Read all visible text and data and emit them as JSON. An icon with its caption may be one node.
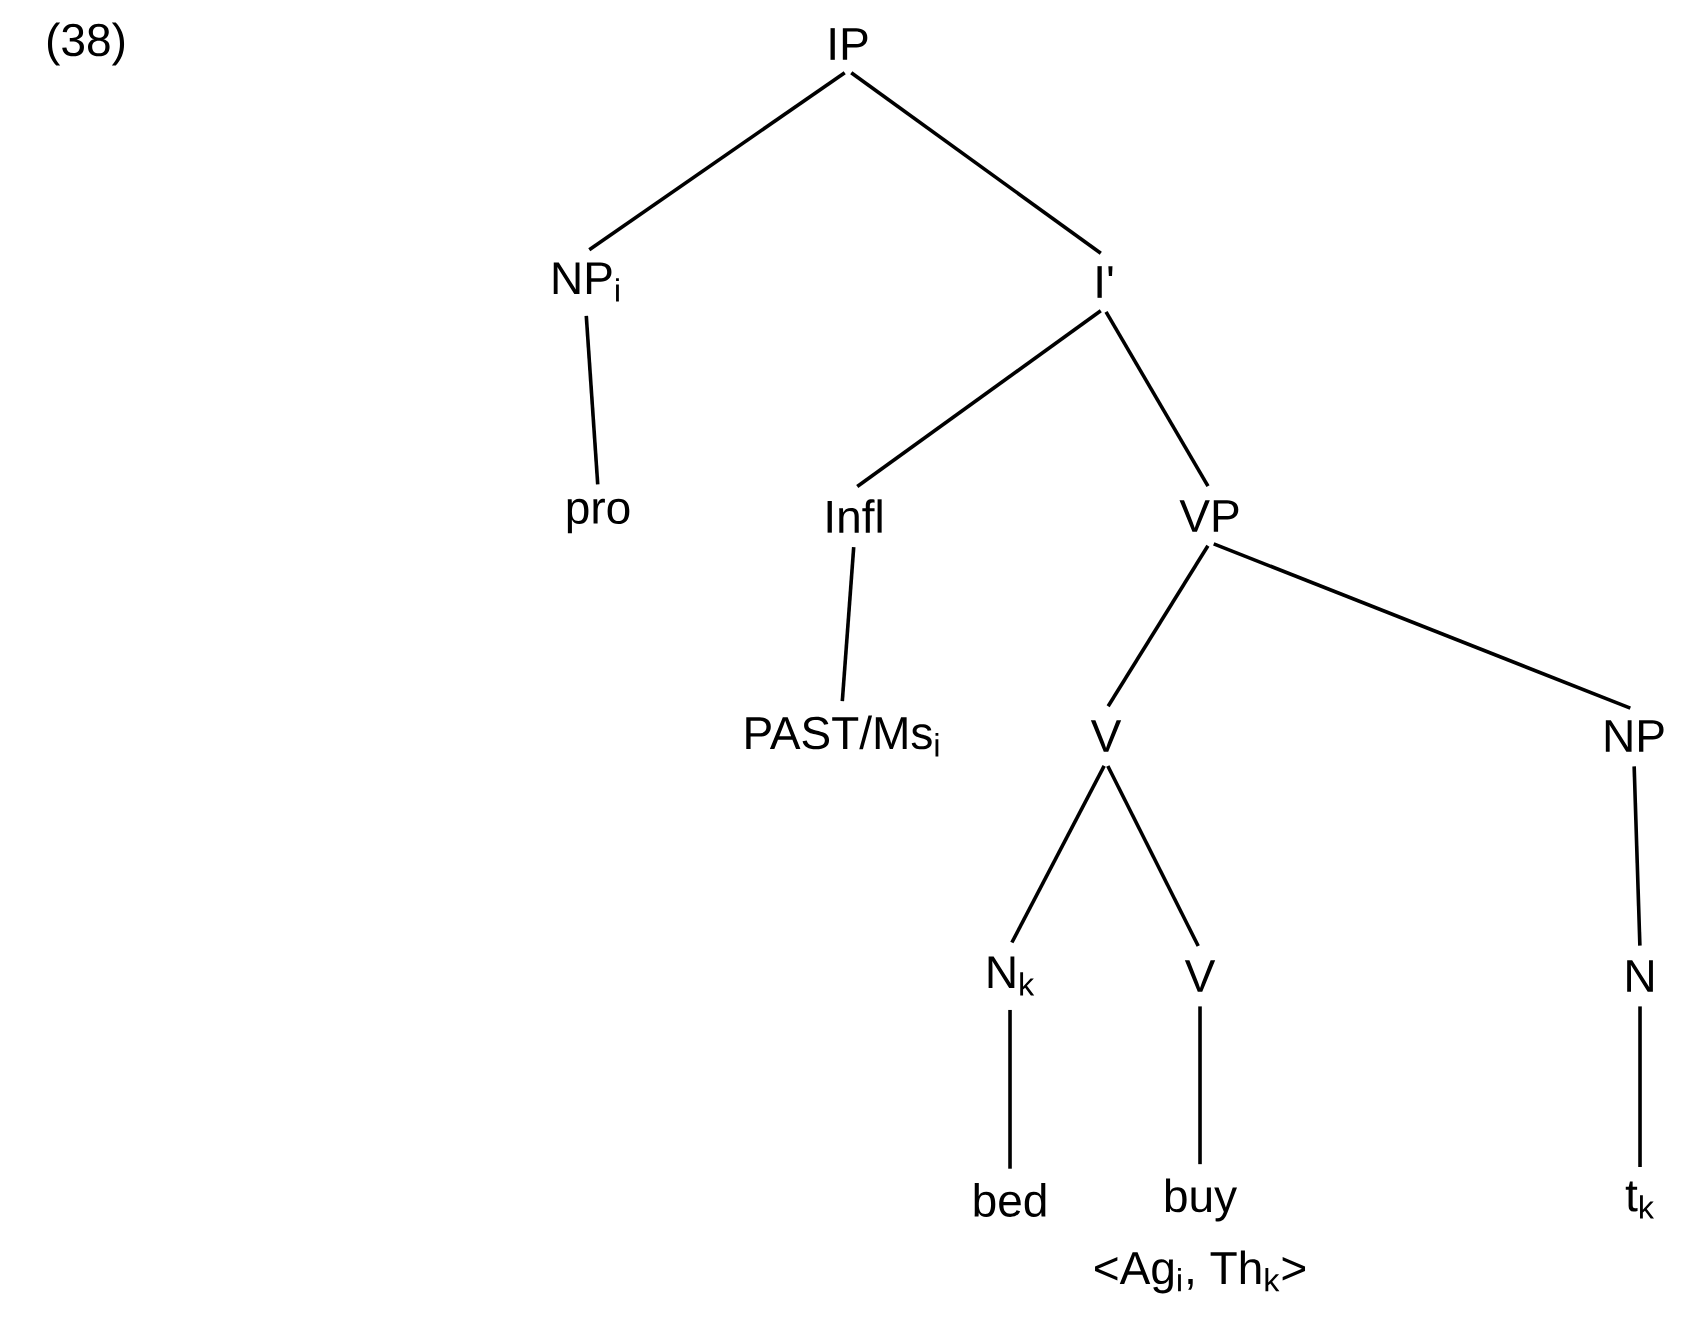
{
  "diagram": {
    "nodes": [
      {
        "text": [
          "IP"
        ]
      },
      {
        "text": [
          "NP$_{i}$"
        ]
      },
      {
        "text": [
          "I'"
        ]
      },
      {
        "text": [
          "pro"
        ]
      },
      {
        "text": [
          "Infl"
        ]
      },
      {
        "text": [
          "VP"
        ]
      },
      {
        "text": [
          "PAST/Ms$_{i}$"
        ]
      },
      {
        "text": [
          "V"
        ]
      },
      {
        "text": [
          "NP"
        ]
      },
      {
        "text": [
          "N$_{k}$"
        ]
      },
      {
        "text": [
          "V"
        ]
      },
      {
        "text": [
          "N"
        ]
      },
      {
        "text": [
          "bed"
        ]
      },
      {
        "text": [
          "buy"
        ],
        "beside": [
          "<Ag$_{i}$, Th$_{k}$>"
        ]
      },
      {
        "text": [
          "t$_{k}$"
        ]
      }
    ],
    "edges": [
      {
        "from": 0,
        "to": 1,
        "arrow": "none"
      },
      {
        "from": 0,
        "to": 2,
        "arrow": "none"
      },
      {
        "from": 1,
        "to": 3,
        "arrow": "none"
      },
      {
        "from": 2,
        "to": 4,
        "arrow": "none"
      },
      {
        "from": 2,
        "to": 5,
        "arrow": "none"
      },
      {
        "from": 4,
        "to": 6,
        "arrow": "none"
      },
      {
        "from": 5,
        "to": 7,
        "arrow": "none"
      },
      {
        "from": 5,
        "to": 8,
        "arrow": "none"
      },
      {
        "from": 7,
        "to": 9,
        "arrow": "none"
      },
      {
        "from": 7,
        "to": 10,
        "arrow": "none"
      },
      {
        "from": 8,
        "to": 11,
        "arrow": "none"
      },
      {
        "from": 9,
        "to": 12,
        "arrow": "none"
      },
      {
        "from": 10,
        "to": 13,
        "arrow": "none"
      },
      {
        "from": 11,
        "to": 14,
        "arrow": "none"
      }
    ],
    "labels": [
      "(38)"
    ]
  }
}
